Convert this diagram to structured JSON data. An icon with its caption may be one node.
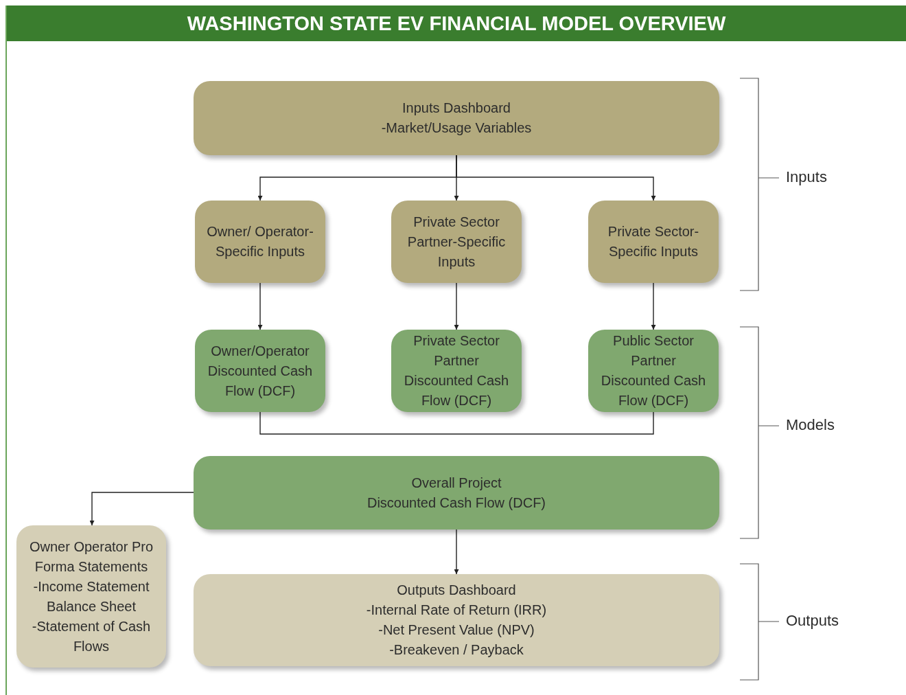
{
  "diagram": {
    "title": "WASHINGTON STATE EV FINANCIAL MODEL OVERVIEW",
    "nodes": [
      {
        "text": [
          "Inputs Dashboard",
          "-Market/Usage Variables"
        ]
      },
      {
        "text": [
          "Owner/ Operator-Specific Inputs"
        ]
      },
      {
        "text": [
          "Private Sector Partner-Specific Inputs"
        ]
      },
      {
        "text": [
          "Private Sector-Specific Inputs"
        ]
      },
      {
        "text": [
          "Owner/Operator Discounted Cash Flow (DCF)"
        ]
      },
      {
        "text": [
          "Private Sector Partner Discounted Cash Flow (DCF)"
        ]
      },
      {
        "text": [
          "Public Sector Partner Discounted Cash Flow (DCF)"
        ]
      },
      {
        "text": [
          "Overall Project",
          "Discounted Cash Flow (DCF)"
        ]
      },
      {
        "text": [
          "Owner Operator Pro Forma Statements",
          "-Income Statement",
          "Balance Sheet",
          "-Statement of Cash Flows"
        ]
      },
      {
        "text": [
          "Outputs Dashboard",
          "-Internal Rate of Return (IRR)",
          "-Net Present Value (NPV)",
          "-Breakeven / Payback"
        ]
      }
    ],
    "edges": [
      {
        "from": 0,
        "to": 1,
        "arrow": "to"
      },
      {
        "from": 0,
        "to": 2,
        "arrow": "to"
      },
      {
        "from": 0,
        "to": 3,
        "arrow": "to"
      },
      {
        "from": 1,
        "to": 4,
        "arrow": "to"
      },
      {
        "from": 2,
        "to": 5,
        "arrow": "to"
      },
      {
        "from": 3,
        "to": 6,
        "arrow": "to"
      },
      {
        "from": 4,
        "to": 6,
        "arrow": "none"
      },
      {
        "from": 7,
        "to": 8,
        "arrow": "to"
      },
      {
        "from": 7,
        "to": 9,
        "arrow": "to"
      }
    ],
    "labels": [
      "Inputs",
      "Models",
      "Outputs"
    ]
  }
}
